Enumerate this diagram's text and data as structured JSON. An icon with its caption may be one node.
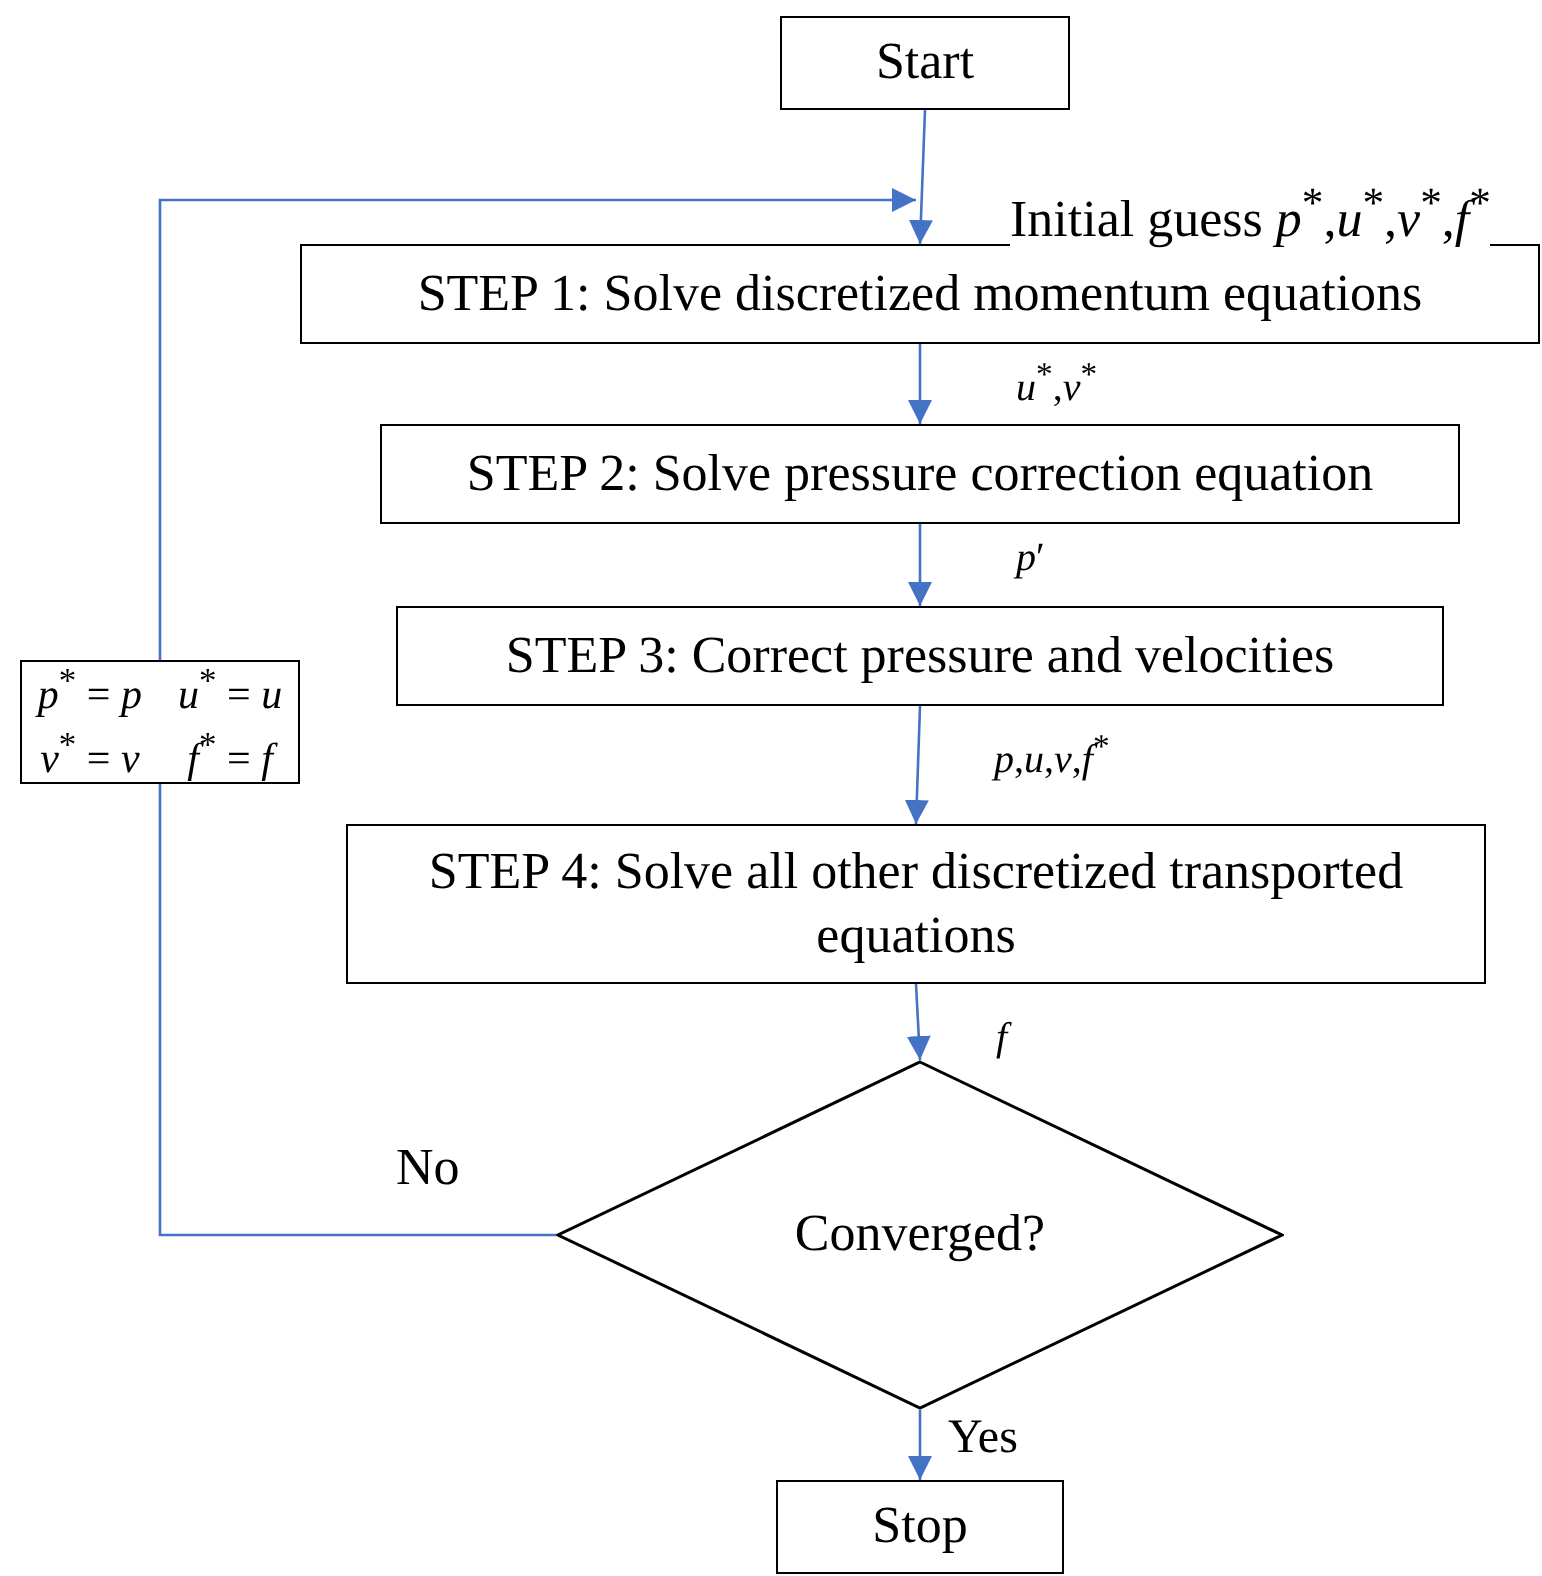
{
  "diagram": {
    "nodes": [
      {
        "text": [
          "Start"
        ]
      },
      {
        "text": [
          "STEP 1: Solve discretized momentum equations"
        ]
      },
      {
        "text": [
          "STEP 2: Solve pressure correction equation"
        ]
      },
      {
        "text": [
          "STEP 3: Correct pressure and velocities"
        ]
      },
      {
        "text": [
          "STEP 4: Solve all other discretized transported equations"
        ]
      },
      {
        "text": [
          "Converged?"
        ]
      },
      {
        "text": [
          "Stop"
        ]
      },
      {
        "text": [
          "*p*$^{*}$ = *p*",
          "*u*$^{*}$ = *u*",
          "*v*$^{*}$ = *v*",
          "*f*$^{*}$ = *f*"
        ]
      }
    ],
    "edges": [
      {
        "from": 0,
        "to": 1,
        "arrow": "to",
        "label": "Initial guess *p*$^{*}$,*u*$^{*}$,*v*$^{*}$,*f*$^{*}$"
      },
      {
        "from": 1,
        "to": 2,
        "arrow": "to",
        "label": "*u*$^{*}$,*v*$^{*}$"
      },
      {
        "from": 2,
        "to": 3,
        "arrow": "to",
        "label": "*p*′"
      },
      {
        "from": 3,
        "to": 4,
        "arrow": "to",
        "label": "*p*,*u*,*v*,*f*$^{*}$"
      },
      {
        "from": 4,
        "to": 5,
        "arrow": "to",
        "label": "*f*"
      },
      {
        "from": 5,
        "to": 6,
        "arrow": "to",
        "label": "Yes"
      },
      {
        "from": 5,
        "to": 7,
        "arrow": "none",
        "label": "No"
      },
      {
        "from": 7,
        "to": 1,
        "arrow": "to"
      }
    ]
  }
}
